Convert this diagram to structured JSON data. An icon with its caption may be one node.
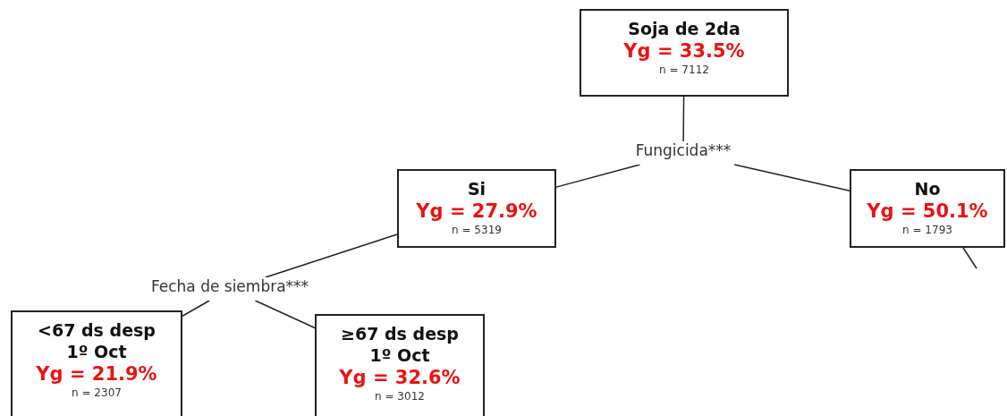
{
  "diagram": {
    "nodes": [
      {
        "text": [
          "Soja de 2da",
          "Yg = 33.5%",
          "n = 7112"
        ]
      },
      {
        "text": [
          "Fungicida***"
        ]
      },
      {
        "text": [
          "Si",
          "Yg = 27.9%",
          "n = 5319"
        ]
      },
      {
        "text": [
          "No",
          "Yg = 50.1%",
          "n = 1793"
        ]
      },
      {
        "text": [
          "Fecha de siembra***"
        ]
      },
      {
        "text": [
          "<67 ds desp 1º Oct",
          "Yg = 21.9%",
          "n = 2307"
        ]
      },
      {
        "text": [
          "≥67 ds desp 1º Oct",
          "Yg = 32.6%",
          "n = 3012"
        ]
      }
    ],
    "edges": [
      {
        "from": 0,
        "to": 1,
        "arrow": "none"
      },
      {
        "from": 1,
        "to": 2,
        "arrow": "none"
      },
      {
        "from": 1,
        "to": 3,
        "arrow": "none"
      },
      {
        "from": 3,
        "to": null,
        "arrow": "none"
      },
      {
        "from": 2,
        "to": 4,
        "arrow": "none"
      },
      {
        "from": 4,
        "to": 5,
        "arrow": "none"
      },
      {
        "from": 4,
        "to": 6,
        "arrow": "none"
      }
    ]
  }
}
